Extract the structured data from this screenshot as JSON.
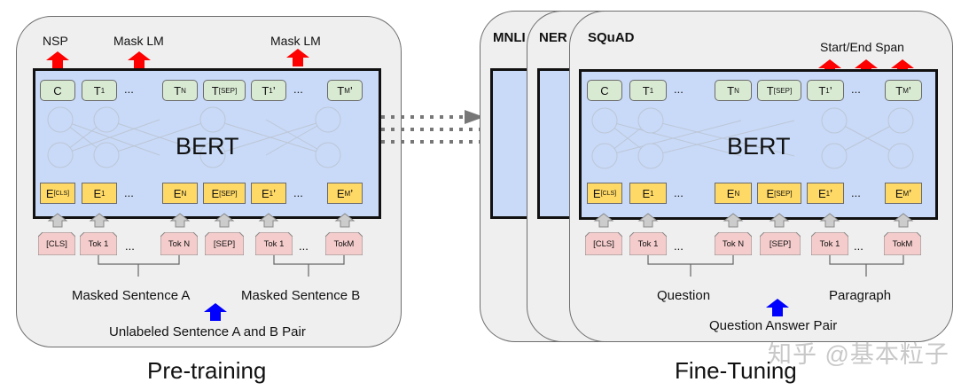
{
  "pretraining": {
    "heads": {
      "nsp": "NSP",
      "mask_lm_1": "Mask LM",
      "mask_lm_2": "Mask LM"
    },
    "model": "BERT",
    "outputs": {
      "c": "C",
      "t1": "T",
      "t1_sub": "1",
      "tn": "T",
      "tn_sub": "N",
      "tsep": "T",
      "tsep_sub": "[SEP]",
      "t1p": "T",
      "t1p_sub": "1",
      "t1p_prime": "’",
      "tm": "T",
      "tm_sub": "M",
      "tm_prime": "’"
    },
    "embeddings": {
      "ecls": "E",
      "ecls_sub": "[CLS]",
      "e1": "E",
      "e1_sub": "1",
      "en": "E",
      "en_sub": "N",
      "esep": "E",
      "esep_sub": "[SEP]",
      "e1p": "E",
      "e1p_sub": "1",
      "e1p_prime": "’",
      "em": "E",
      "em_sub": "M",
      "em_prime": "’"
    },
    "tokens": {
      "cls": "[CLS]",
      "tok1": "Tok 1",
      "tokn": "Tok N",
      "sep": "[SEP]",
      "tok1b": "Tok 1",
      "tokm": "TokM"
    },
    "ellipsis": "...",
    "sentence_a": "Masked Sentence A",
    "sentence_b": "Masked Sentence B",
    "pair": "Unlabeled Sentence A and B Pair",
    "caption": "Pre-training"
  },
  "finetuning": {
    "tasks": {
      "mnli": "MNLI",
      "ner": "NER",
      "squad": "SQuAD"
    },
    "head": "Start/End Span",
    "model": "BERT",
    "outputs": {
      "c": "C",
      "t1": "T",
      "t1_sub": "1",
      "tn": "T",
      "tn_sub": "N",
      "tsep": "T",
      "tsep_sub": "[SEP]",
      "t1p": "T",
      "t1p_sub": "1",
      "t1p_prime": "’",
      "tm": "T",
      "tm_sub": "M",
      "tm_prime": "’"
    },
    "embeddings": {
      "ecls": "E",
      "ecls_sub": "[CLS]",
      "e1": "E",
      "e1_sub": "1",
      "en": "E",
      "en_sub": "N",
      "esep": "E",
      "esep_sub": "[SEP]",
      "e1p": "E",
      "e1p_sub": "1",
      "e1p_prime": "’",
      "em": "E",
      "em_sub": "M",
      "em_prime": "’"
    },
    "tokens": {
      "cls": "[CLS]",
      "tok1": "Tok 1",
      "tokn": "Tok N",
      "sep": "[SEP]",
      "tok1b": "Tok 1",
      "tokm": "TokM"
    },
    "ellipsis": "...",
    "question": "Question",
    "paragraph": "Paragraph",
    "pair": "Question Answer Pair",
    "caption": "Fine-Tuning"
  },
  "watermark": "知乎 @基本粒子",
  "colors": {
    "output_head": "#ff0000",
    "input_pair": "#0000ff",
    "bert_fill": "#c9daf8",
    "output_box": "#d9ead3",
    "embed_box": "#ffd966",
    "token_box": "#f4cccc",
    "panel": "#efefef"
  }
}
